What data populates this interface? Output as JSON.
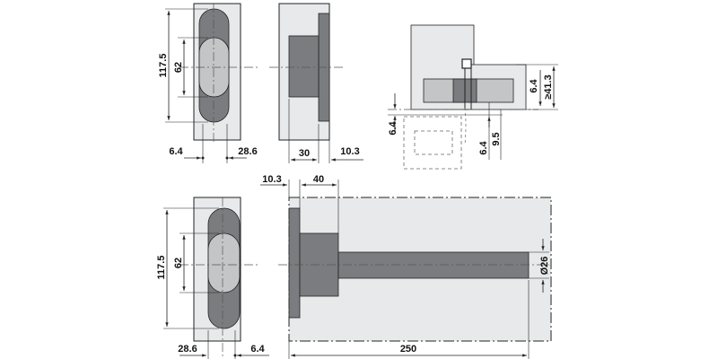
{
  "colors": {
    "plate": "#e8e9ea",
    "body_grey": "#7a7c7f",
    "light_grey": "#c4c5c7",
    "line": "#222222",
    "centerline": "#555555",
    "background": "#ffffff"
  },
  "views": {
    "top_front": {
      "height": "117.5",
      "spacing": "62",
      "left_offset": "6.4",
      "right_offset": "28.6"
    },
    "top_side": {
      "depth": "30",
      "flange": "10.3"
    },
    "installed": {
      "gap_thickness": "6.4",
      "door_thickness": "≥41.3",
      "leaf_offset": "6.4",
      "leaf_depth": "9.5",
      "reveal": "6.4"
    },
    "bottom_front": {
      "height": "117.5",
      "spacing": "62",
      "left_offset": "28.6",
      "right_offset": "6.4"
    },
    "bottom_side": {
      "flange": "10.3",
      "body": "40",
      "diameter": "Ø26",
      "length": "250"
    }
  }
}
